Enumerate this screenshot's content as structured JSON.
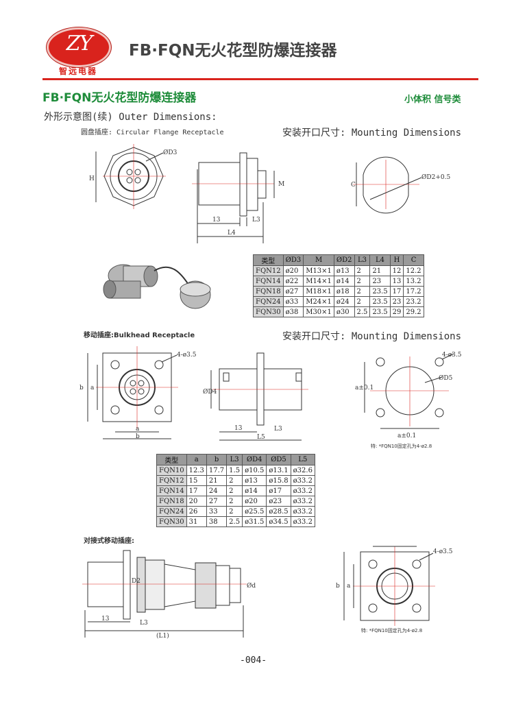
{
  "header": {
    "logo_letters": "ZY",
    "logo_cn": "智远电器",
    "title": "FB·FQN无火花型防爆连接器"
  },
  "section": {
    "title": "FB·FQN无火花型防爆连接器",
    "tag": "小体积  信号类"
  },
  "part1": {
    "heading": "外形示意图(续) Outer Dimensions:",
    "subheading": "圆盘插座: Circular Flange Receptacle",
    "mounting": "安装开口尺寸: Mounting Dimensions",
    "labels": {
      "d3": "ØD3",
      "h": "H",
      "m": "M",
      "dim13": "13",
      "l3": "L3",
      "l4": "L4",
      "c": "C",
      "d2": "ØD2+0.5"
    },
    "table": {
      "headers": [
        "类型",
        "ØD3",
        "M",
        "ØD2",
        "L3",
        "L4",
        "H",
        "C"
      ],
      "rows": [
        [
          "FQN12",
          "ø20",
          "M13×1",
          "ø13",
          "2",
          "21",
          "12",
          "12.2"
        ],
        [
          "FQN14",
          "ø22",
          "M14×1",
          "ø14",
          "2",
          "23",
          "13",
          "13.2"
        ],
        [
          "FQN18",
          "ø27",
          "M18×1",
          "ø18",
          "2",
          "23.5",
          "17",
          "17.2"
        ],
        [
          "FQN24",
          "ø33",
          "M24×1",
          "ø24",
          "2",
          "23.5",
          "23",
          "23.2"
        ],
        [
          "FQN30",
          "ø38",
          "M30×1",
          "ø30",
          "2.5",
          "23.5",
          "29",
          "29.2"
        ]
      ]
    }
  },
  "part2": {
    "heading": "移动插座:Bulkhead Receptacle",
    "mounting": "安装开口尺寸: Mounting Dimensions",
    "labels": {
      "holes": "4-ø3.5",
      "a": "a",
      "b": "b",
      "d4": "ØD4",
      "dim13": "13",
      "l3": "L3",
      "l5": "L5",
      "d5": "ØD5",
      "a_tol": "a±0.1"
    },
    "note": "特: *FQN10固定孔为4-ø2.8",
    "table": {
      "headers": [
        "类型",
        "a",
        "b",
        "L3",
        "ØD4",
        "ØD5",
        "L5"
      ],
      "rows": [
        [
          "FQN10",
          "12.3",
          "17.7",
          "1.5",
          "ø10.5",
          "ø13.1",
          "ø32.6"
        ],
        [
          "FQN12",
          "15",
          "21",
          "2",
          "ø13",
          "ø15.8",
          "ø33.2"
        ],
        [
          "FQN14",
          "17",
          "24",
          "2",
          "ø14",
          "ø17",
          "ø33.2"
        ],
        [
          "FQN18",
          "20",
          "27",
          "2",
          "ø20",
          "ø23",
          "ø33.2"
        ],
        [
          "FQN24",
          "26",
          "33",
          "2",
          "ø25.5",
          "ø28.5",
          "ø33.2"
        ],
        [
          "FQN30",
          "31",
          "38",
          "2.5",
          "ø31.5",
          "ø34.5",
          "ø33.2"
        ]
      ]
    }
  },
  "part3": {
    "heading": "对接式移动插座:",
    "labels": {
      "dim13": "13",
      "l3": "L3",
      "l1": "(L1)",
      "d2": "D2",
      "d": "Ød",
      "holes": "4-ø3.5",
      "a": "a",
      "b": "b"
    },
    "note": "特: *FQN10固定孔为4-ø2.8"
  },
  "page_number": "-004-"
}
